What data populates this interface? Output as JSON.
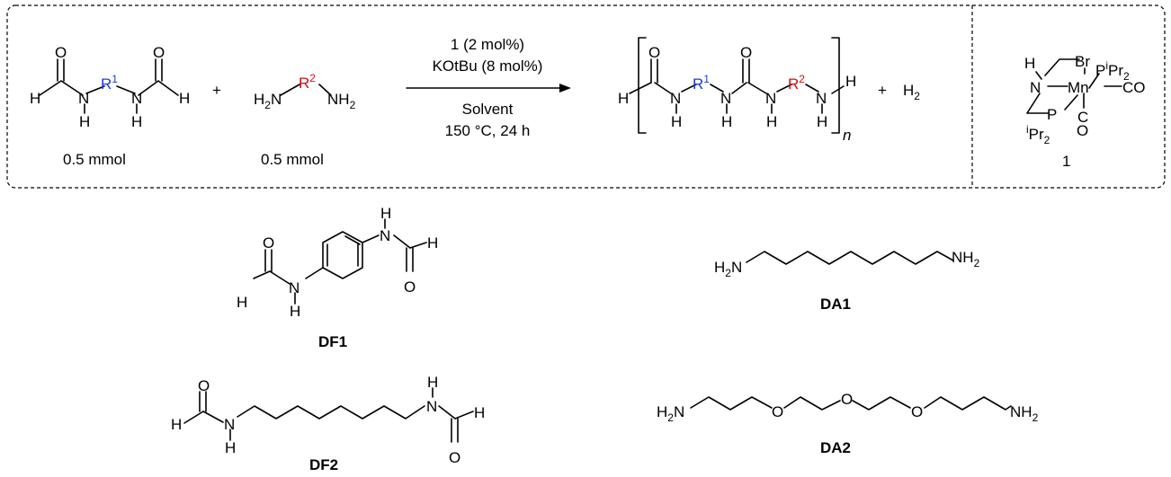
{
  "reactant1": {
    "amount": "0.5 mmol"
  },
  "reactant2": {
    "amount": "0.5 mmol"
  },
  "plus": "+",
  "conditions": {
    "line1": "1 (2 mol%)",
    "line2": "KOtBu (8 mol%)",
    "line3": "Solvent",
    "line4": "150 °C, 24 h"
  },
  "product": {
    "repeat": "n",
    "byproduct_h": "H",
    "byproduct_sub": "2"
  },
  "catalyst": {
    "label": "1"
  },
  "compounds": {
    "df1": "DF1",
    "df2": "DF2",
    "da1": "DA1",
    "da2": "DA2"
  },
  "colors": {
    "r1": "#1f3bd6",
    "r2": "#d01010",
    "border": "#444444"
  }
}
